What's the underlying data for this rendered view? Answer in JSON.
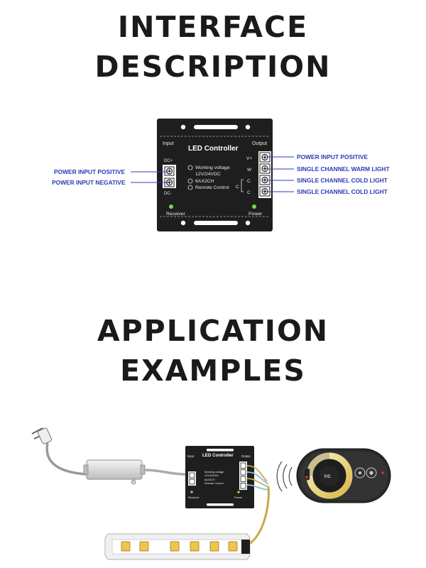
{
  "headings": {
    "interface_line1": "INTERFACE",
    "interface_line2": "DESCRIPTION",
    "application_line1": "APPLICATION",
    "application_line2": "EXAMPLES"
  },
  "controller": {
    "title": "LED Controller",
    "input_label": "Input",
    "output_label": "Output",
    "dc_plus": "DC+",
    "dc_minus": "DC-",
    "spec_1": "Working voltage",
    "spec_1b": "12V/24VDC",
    "spec_2": "6AX2CH",
    "spec_3": "Remote Control",
    "receiver_label": "Receiver",
    "power_label": "Power",
    "terminals": [
      "V+",
      "W",
      "C",
      "C"
    ]
  },
  "callouts": {
    "left": [
      "POWER INPUT POSITIVE",
      "POWER INPUT NEGATIVE"
    ],
    "right": [
      "POWER INPUT POSITIVE",
      "SINGLE CHANNEL WARM LIGHT",
      "SINGLE CHANNEL COLD LIGHT",
      "SINGLE CHANNEL COLD LIGHT"
    ]
  },
  "example": {
    "controller_title": "LED Controller",
    "input_label": "Input",
    "output_label": "Output",
    "spec_1": "Working voltage",
    "spec_1b": "12V/24VDC",
    "spec_2": "6AX2CH",
    "spec_3": "Remote Control",
    "receiver_label": "Receiver",
    "power_label": "Power",
    "remote_label": "Y/C"
  },
  "colors": {
    "heading": "#1a1a1a",
    "callout": "#2c3bb8",
    "device_body": "#1e1e1e",
    "led_green": "#7cd64a",
    "remote_ring": "#f2e6a8"
  }
}
